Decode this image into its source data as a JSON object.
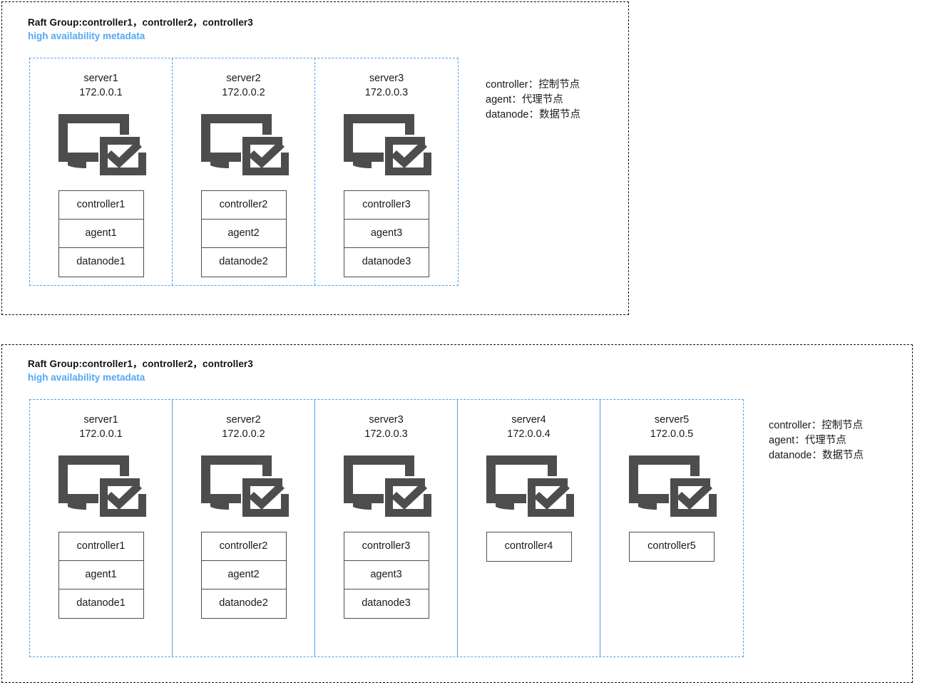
{
  "colors": {
    "accent_blue": "#52a8f5",
    "panel_dash_blue": "#4da2f0",
    "frame_black": "#111111",
    "icon_gray": "#4d4d4d",
    "text": "#1a1a1a"
  },
  "clusters": [
    {
      "id": "three-node-cluster",
      "heading": {
        "raft_group": "Raft Group:controller1，controller2，controller3",
        "subtitle": "high availability metadata"
      },
      "servers": [
        {
          "name": "server1",
          "ip": "172.0.0.1",
          "icon": "monitor-check-icon",
          "roles": [
            "controller1",
            "agent1",
            "datanode1"
          ]
        },
        {
          "name": "server2",
          "ip": "172.0.0.2",
          "icon": "monitor-check-icon",
          "roles": [
            "controller2",
            "agent2",
            "datanode2"
          ]
        },
        {
          "name": "server3",
          "ip": "172.0.0.3",
          "icon": "monitor-check-icon",
          "roles": [
            "controller3",
            "agent3",
            "datanode3"
          ]
        }
      ],
      "legend": [
        "controller：控制节点",
        "agent：代理节点",
        "datanode：数据节点"
      ]
    },
    {
      "id": "five-node-cluster",
      "heading": {
        "raft_group": "Raft Group:controller1，controller2，controller3",
        "subtitle": "high availability metadata"
      },
      "servers": [
        {
          "name": "server1",
          "ip": "172.0.0.1",
          "icon": "monitor-check-icon",
          "roles": [
            "controller1",
            "agent1",
            "datanode1"
          ]
        },
        {
          "name": "server2",
          "ip": "172.0.0.2",
          "icon": "monitor-check-icon",
          "roles": [
            "controller2",
            "agent2",
            "datanode2"
          ]
        },
        {
          "name": "server3",
          "ip": "172.0.0.3",
          "icon": "monitor-check-icon",
          "roles": [
            "controller3",
            "agent3",
            "datanode3"
          ]
        },
        {
          "name": "server4",
          "ip": "172.0.0.4",
          "icon": "monitor-check-icon",
          "roles": [
            "controller4"
          ]
        },
        {
          "name": "server5",
          "ip": "172.0.0.5",
          "icon": "monitor-check-icon",
          "roles": [
            "controller5"
          ]
        }
      ],
      "legend": [
        "controller：控制节点",
        "agent：代理节点",
        "datanode：数据节点"
      ]
    }
  ]
}
